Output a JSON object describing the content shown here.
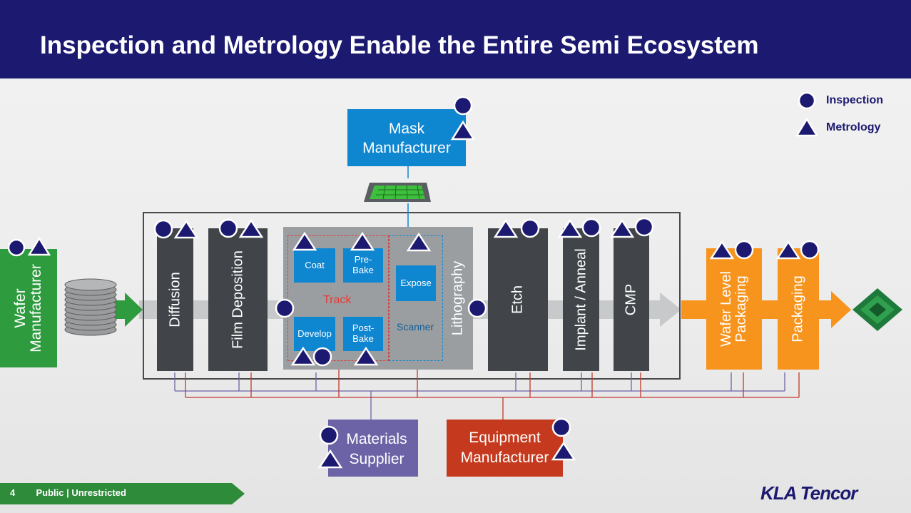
{
  "title": "Inspection and Metrology Enable the Entire Semi Ecosystem",
  "legend": {
    "inspection": "Inspection",
    "metrology": "Metrology"
  },
  "mask": "Mask Manufacturer",
  "wafer": "Wafer Manufacturer",
  "stages": {
    "diffusion": "Diffusion",
    "film": "Film Deposition",
    "litho": "Lithography",
    "etch": "Etch",
    "implant": "Implant / Anneal",
    "cmp": "CMP",
    "wlp": "Wafer Level Packaging",
    "packaging": "Packaging"
  },
  "track": {
    "label": "Track",
    "coat": "Coat",
    "prebake": "Pre-Bake",
    "develop": "Develop",
    "postbake": "Post-Bake"
  },
  "scanner": {
    "label": "Scanner",
    "expose": "Expose"
  },
  "materials": "Materials Supplier",
  "equipment": "Equipment Manufacturer",
  "footer": {
    "page": "4",
    "classification": "Public | Unrestricted"
  },
  "logo": "KLA Tencor",
  "colors": {
    "title_bg": "#1c1970",
    "marker": "#1c1970",
    "green": "#2e9b3e",
    "orange": "#f7941d",
    "blue": "#0f86d0",
    "dark": "#414549",
    "red": "#c0392b",
    "purple": "#6c63a6"
  }
}
